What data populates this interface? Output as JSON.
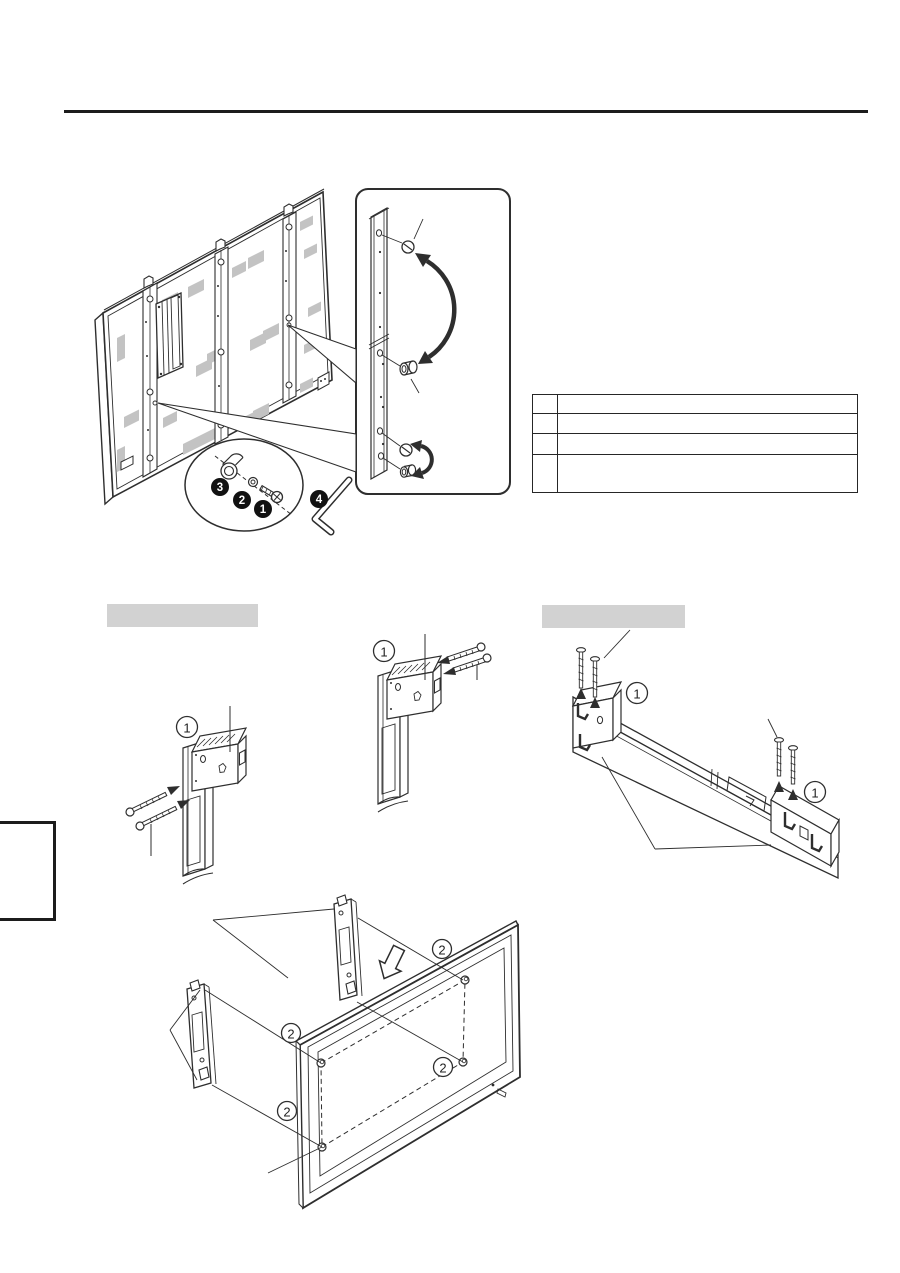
{
  "page": {
    "background": "#ffffff",
    "line_color": "#2e2e2e",
    "rule_color": "#1c1c1c",
    "section_bar_color": "#d2d2d2",
    "vent_color": "#c3c3c3"
  },
  "sections": {
    "left_bar_title": "",
    "right_bar_title": ""
  },
  "parts_table": {
    "rows": [
      {
        "no": "",
        "description": ""
      },
      {
        "no": "",
        "description": ""
      },
      {
        "no": "",
        "description": ""
      },
      {
        "no": "",
        "description": ""
      }
    ]
  },
  "callout_parts": {
    "screw": "1",
    "washer": "2",
    "spacer": "3",
    "hex_key": "4"
  },
  "steps": {
    "attach_left": "1",
    "attach_middle": "1",
    "attach_right_a": "1",
    "attach_right_b": "1",
    "hang_a": "2",
    "hang_b": "2",
    "hang_c": "2",
    "hang_d": "2"
  }
}
